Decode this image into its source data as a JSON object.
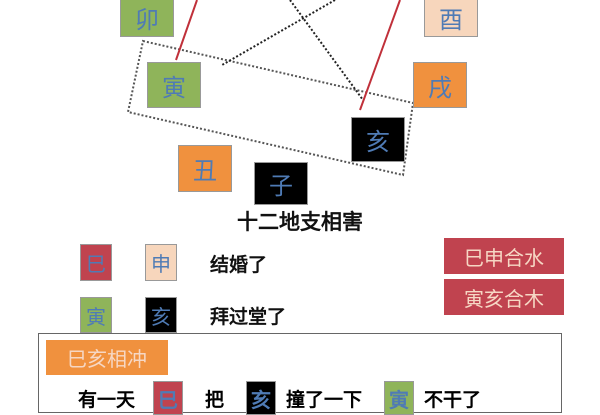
{
  "branches": {
    "mao": "卯",
    "you": "酉",
    "yin": "寅",
    "xu": "戌",
    "hai": "亥",
    "chou": "丑",
    "zi": "子"
  },
  "title": "十二地支相害",
  "rows": [
    {
      "a": "巳",
      "b": "申",
      "text": "结婚了"
    },
    {
      "a": "寅",
      "b": "亥",
      "text": "拜过堂了"
    }
  ],
  "combos": [
    "巳申合水",
    "寅亥合木"
  ],
  "clash": {
    "label": "巳亥相冲",
    "sentence": [
      "有一天",
      "巳",
      "把",
      "亥",
      "撞了一下",
      "寅",
      "不干了"
    ]
  },
  "colors": {
    "green": "#8fb45a",
    "orange": "#f0913e",
    "black": "#000000",
    "peach": "#f7d6bc",
    "red": "#c0434f",
    "arrow": "#c0303a"
  }
}
